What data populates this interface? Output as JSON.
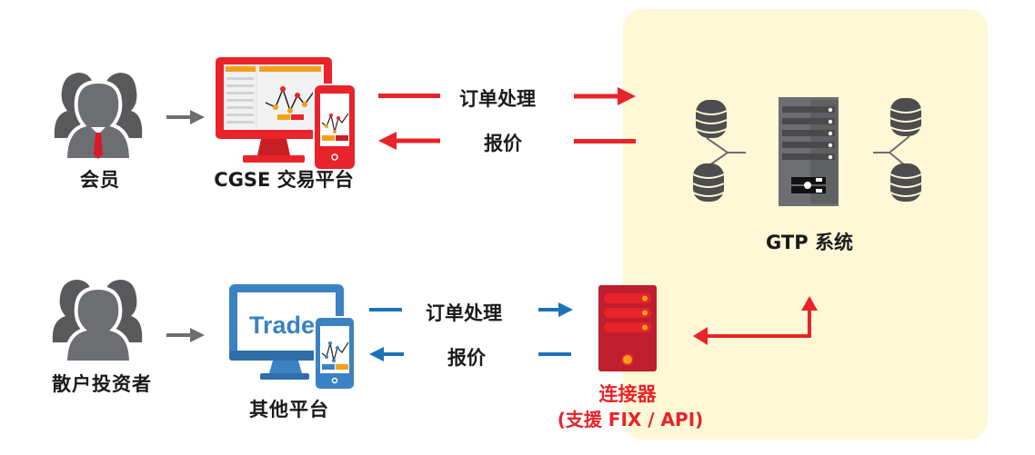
{
  "colors": {
    "panel_bg": "#fff8d6",
    "red": "#e8232a",
    "blue": "#1a72b8",
    "gray_arrow": "#6d6e71",
    "icon_gray": "#58595b",
    "orange": "#f6a01a"
  },
  "members": {
    "label": "会员",
    "icon": "people-group-icon"
  },
  "retail": {
    "label": "散户投资者",
    "icon": "people-group-icon"
  },
  "cgse_platform": {
    "label": "CGSE 交易平台",
    "icon": "trading-monitor-icon"
  },
  "other_platform": {
    "label": "其他平台",
    "screen_text": "Trade",
    "icon": "trading-monitor-icon"
  },
  "top_flow": {
    "order_label": "订单处理",
    "quote_label": "报价"
  },
  "bottom_flow": {
    "order_label": "订单处理",
    "quote_label": "报价"
  },
  "gtp": {
    "label": "GTP 系统",
    "icon": "server-tower-icon"
  },
  "connector": {
    "label": "连接器",
    "sublabel": "(支援 FIX / API)",
    "icon": "server-icon"
  }
}
